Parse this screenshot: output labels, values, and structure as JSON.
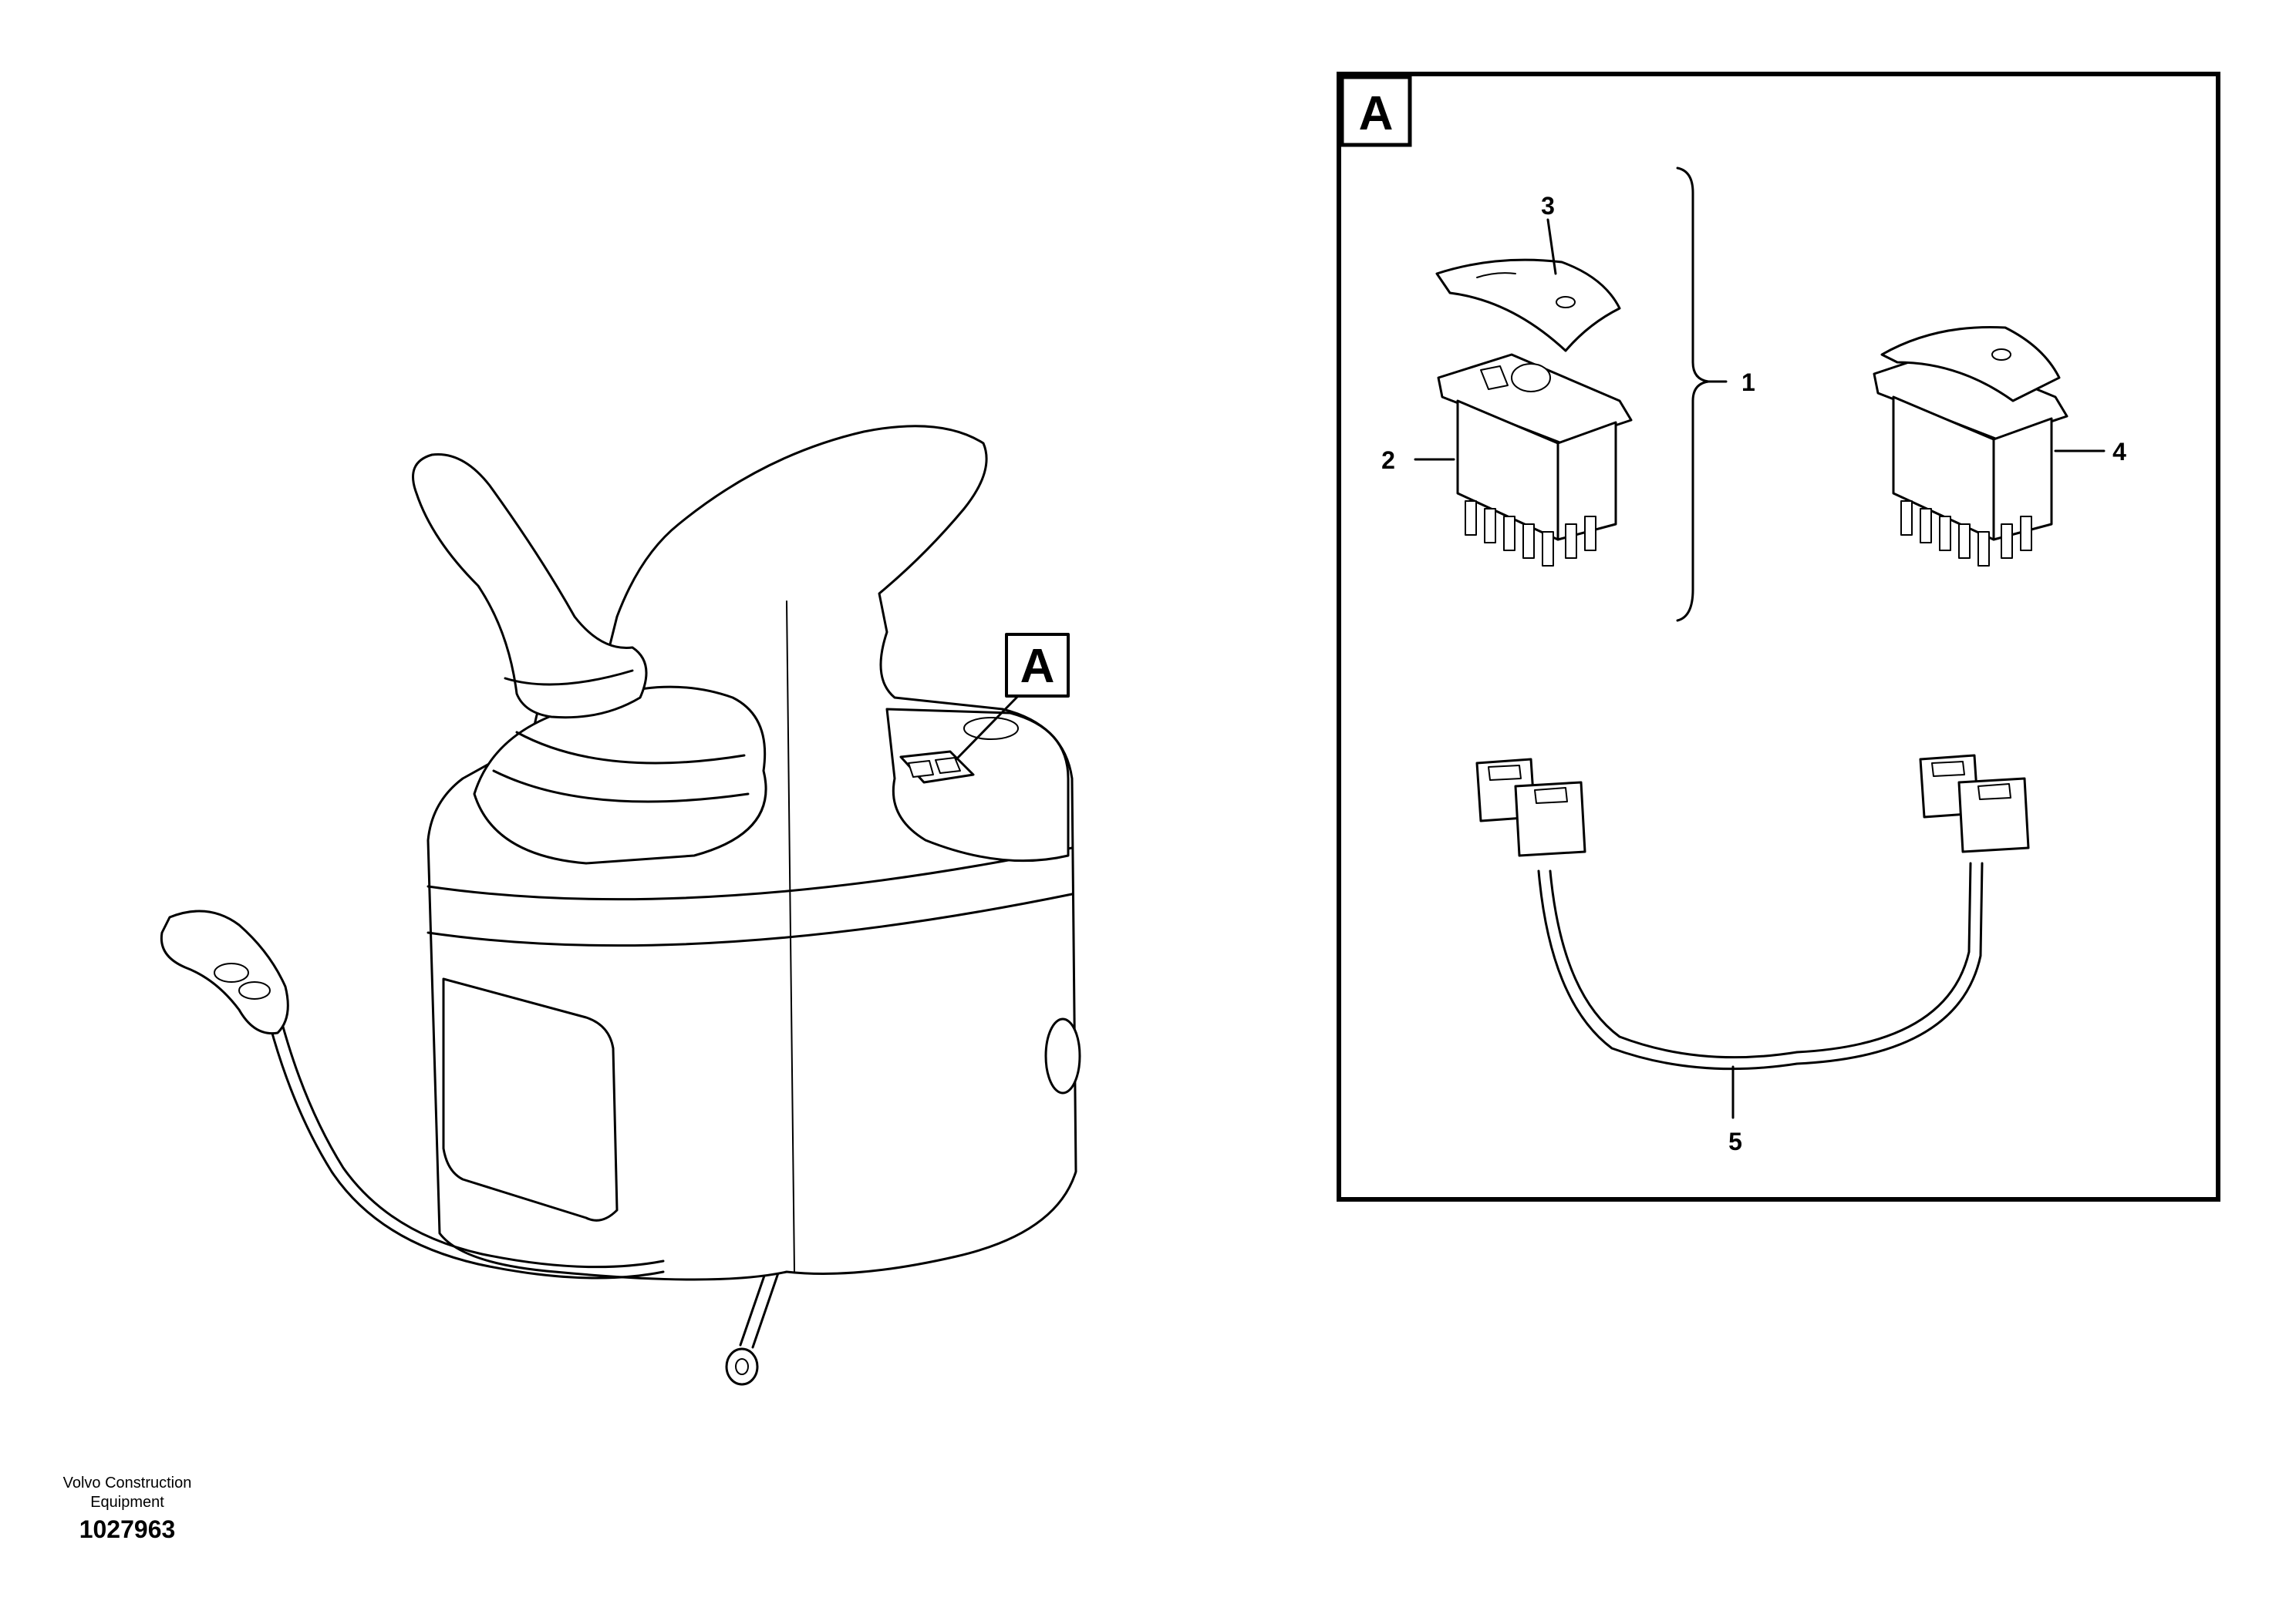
{
  "detail_label": "A",
  "callouts": {
    "c1": "1",
    "c2": "2",
    "c3": "3",
    "c4": "4",
    "c5": "5"
  },
  "footer": {
    "brand_line1": "Volvo Construction",
    "brand_line2": "Equipment",
    "drawing_number": "1027963"
  }
}
